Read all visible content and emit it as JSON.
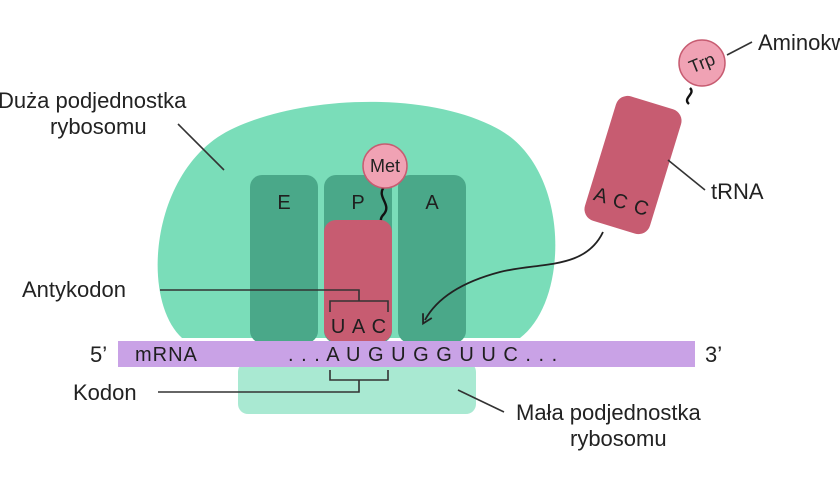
{
  "labels": {
    "large_subunit_line1": "Duża podjednostka",
    "large_subunit_line2": "rybosomu",
    "small_subunit_line1": "Mała podjednostka",
    "small_subunit_line2": "rybosomu",
    "anticodon": "Antykodon",
    "codon": "Kodon",
    "amino_acid": "Aminokwas",
    "trna": "tRNA",
    "mrna": "mRNA",
    "five_prime": "5’",
    "three_prime": "3’"
  },
  "sites": {
    "e": "E",
    "p": "P",
    "a": "A"
  },
  "amino_acids": {
    "bound": "Met",
    "incoming": "Trp"
  },
  "sequences": {
    "mrna": ". . . A U G U G G U U C . . .",
    "bound_anticodon": "U A C",
    "incoming_anticodon": "A C C"
  },
  "colors": {
    "large_subunit": "#7addb9",
    "small_subunit": "#a9e9d2",
    "site_slot": "#4aa889",
    "trna": "#c75c71",
    "amino_acid": "#f0a2b4",
    "mrna": "#c9a2e6"
  }
}
